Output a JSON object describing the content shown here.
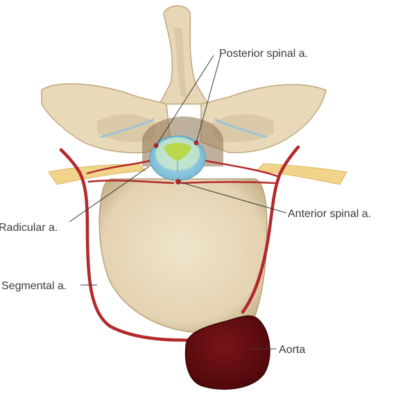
{
  "labels": {
    "posterior_spinal": "Posterior spinal a.",
    "radicular": "Radicular a.",
    "anterior_spinal": "Anterior spinal a.",
    "segmental": "Segmental a.",
    "aorta": "Aorta"
  },
  "colors": {
    "bone": "#e9dcc0",
    "bone_shadow": "#cdbb97",
    "cancellous": "#d8c8a6",
    "artery": "#b3282b",
    "aorta": "#5e0a0e",
    "nerve": "#f1d489",
    "dura": "#8ec9de",
    "cord_grey": "#b6d84a"
  }
}
